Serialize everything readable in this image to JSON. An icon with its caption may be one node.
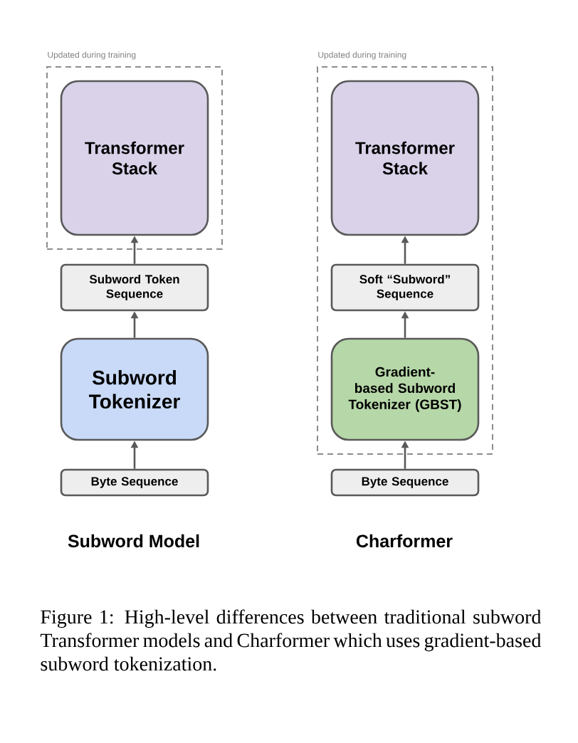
{
  "diagram": {
    "caption": "Figure 1: High-level differences between traditional subword Transformer models and Charformer which uses gradient-based subword tokenization.",
    "nodes": [
      {
        "text": [
          "Updated during training"
        ]
      },
      {
        "text": [
          "Transformer Stack"
        ],
        "in": 0
      },
      {
        "text": [
          "Subword Token Sequence"
        ]
      },
      {
        "text": [
          "Subword Tokenizer"
        ]
      },
      {
        "text": [
          "Byte Sequence"
        ]
      },
      {
        "text": [
          "Updated during training"
        ]
      },
      {
        "text": [
          "Transformer Stack"
        ],
        "in": 5
      },
      {
        "text": [
          "Soft “Subword” Sequence"
        ],
        "in": 5
      },
      {
        "text": [
          "Gradient-based Subword Tokenizer (GBST)"
        ],
        "in": 5
      },
      {
        "text": [
          "Byte Sequence"
        ]
      }
    ],
    "edges": [
      {
        "from": 4,
        "to": 3,
        "arrow": "to"
      },
      {
        "from": 3,
        "to": 2,
        "arrow": "to"
      },
      {
        "from": 2,
        "to": 1,
        "arrow": "to"
      },
      {
        "from": 9,
        "to": 8,
        "arrow": "to"
      },
      {
        "from": 8,
        "to": 7,
        "arrow": "to"
      },
      {
        "from": 7,
        "to": 6,
        "arrow": "to"
      }
    ],
    "labels": [
      "Subword Model",
      "Charformer"
    ]
  }
}
